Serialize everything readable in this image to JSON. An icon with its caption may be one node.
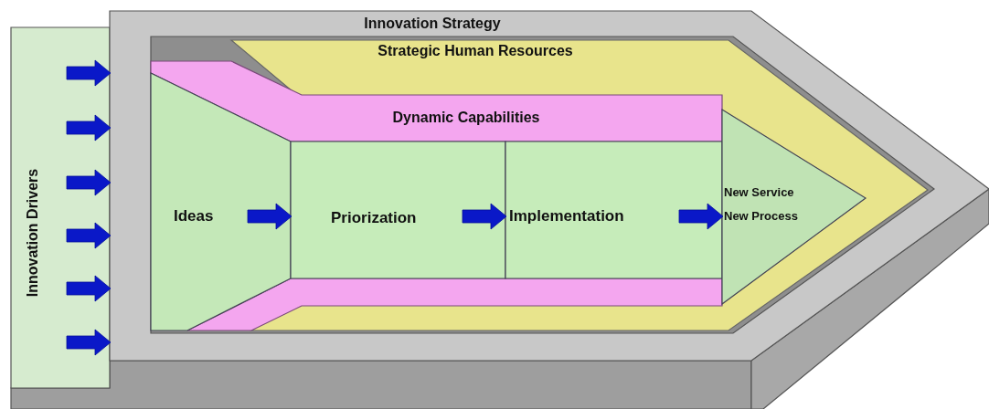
{
  "diagram": {
    "nodes": [
      {
        "text": [
          "Innovation Drivers"
        ]
      },
      {
        "text": [
          "Innovation Strategy"
        ]
      },
      {
        "text": [
          "Strategic Human Resources"
        ],
        "in": 1
      },
      {
        "text": [
          "Dynamic Capabilities"
        ],
        "in": 2
      },
      {
        "text": [
          "Ideas"
        ],
        "in": 3
      },
      {
        "text": [
          "Priorization"
        ],
        "in": 3
      },
      {
        "text": [
          "Implementation"
        ],
        "in": 3
      },
      {
        "text": [
          "New Service",
          "New Process"
        ],
        "in": 2
      }
    ],
    "edges": [
      {
        "from": 0,
        "to": 1,
        "arrow": "to"
      },
      {
        "from": 0,
        "to": 1,
        "arrow": "to"
      },
      {
        "from": 0,
        "to": 1,
        "arrow": "to"
      },
      {
        "from": 0,
        "to": 1,
        "arrow": "to"
      },
      {
        "from": 0,
        "to": 1,
        "arrow": "to"
      },
      {
        "from": 0,
        "to": 1,
        "arrow": "to"
      },
      {
        "from": 4,
        "to": 5,
        "arrow": "to"
      },
      {
        "from": 5,
        "to": 6,
        "arrow": "to"
      },
      {
        "from": 6,
        "to": 7,
        "arrow": "to"
      }
    ]
  }
}
